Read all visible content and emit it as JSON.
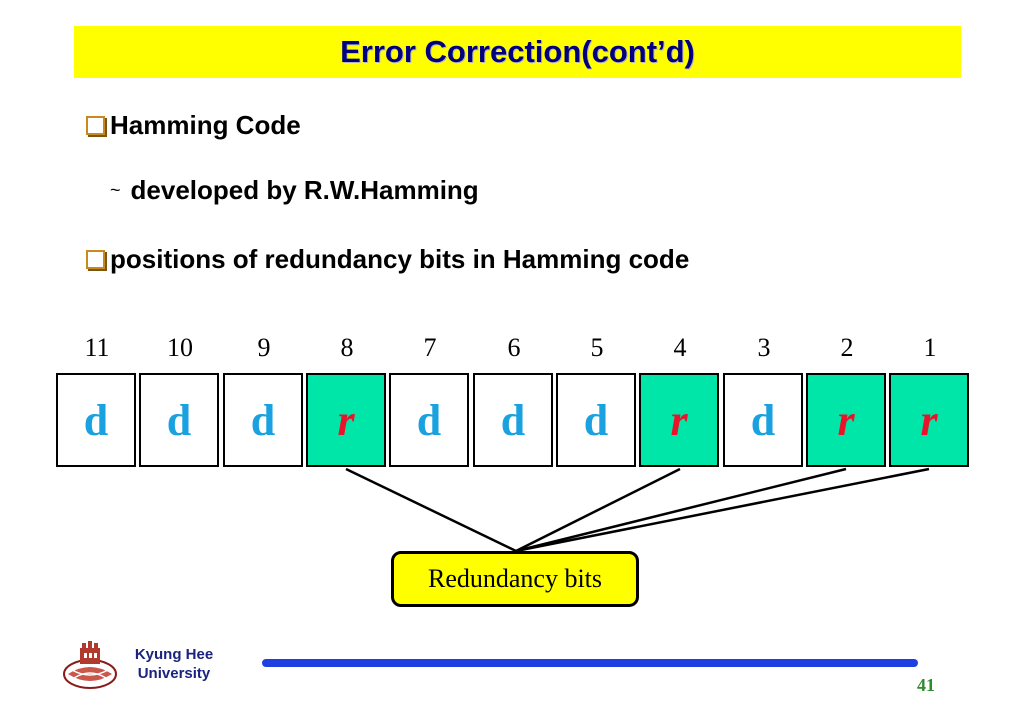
{
  "slide": {
    "title": "Error Correction(cont’d)",
    "bullets": [
      "Hamming Code",
      "positions of redundancy bits in Hamming code"
    ],
    "sub_bullet": {
      "marker": "~",
      "text": "developed by R.W.Hamming"
    }
  },
  "diagram": {
    "positions": [
      "11",
      "10",
      "9",
      "8",
      "7",
      "6",
      "5",
      "4",
      "3",
      "2",
      "1"
    ],
    "bits": [
      "d",
      "d",
      "d",
      "r",
      "d",
      "d",
      "d",
      "r",
      "d",
      "r",
      "r"
    ],
    "callout": "Redundancy bits",
    "colors": {
      "data_bit": "#1aa1e0",
      "redundancy_bit": "#e8142a",
      "redundancy_fill": "#00e6a8",
      "callout_fill": "#ffff00"
    }
  },
  "footer": {
    "university_line1": "Kyung Hee",
    "university_line2": "University",
    "logo_icon": "university-crest-icon",
    "page_number": "41",
    "line_color": "#1e40e0"
  }
}
